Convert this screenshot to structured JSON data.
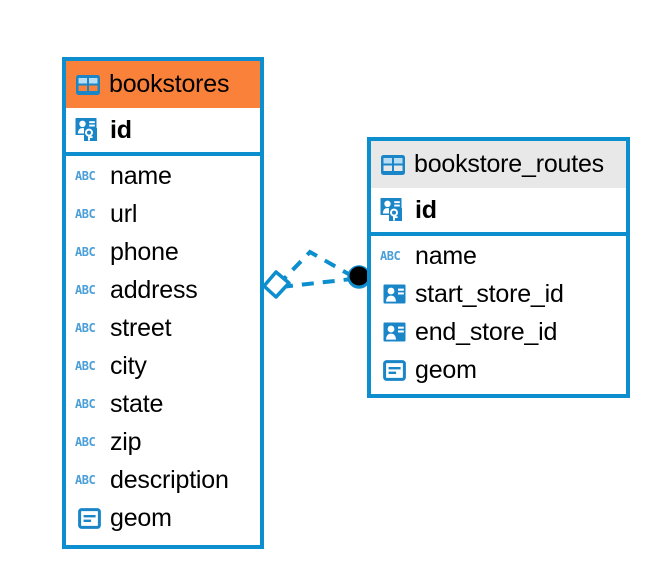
{
  "diagram": {
    "type": "entity-relationship-diagram",
    "background": "#ffffff",
    "accent_blue": "#0d8ecf",
    "accent_orange": "#f9813a",
    "header_gray": "#e8e8e8"
  },
  "entities": [
    {
      "name": "bookstores",
      "header_color": "#f9813a",
      "table_icon": "table-icon",
      "primary_keys": [
        {
          "label": "id",
          "icon": "primary-key-icon"
        }
      ],
      "fields": [
        {
          "label": "name",
          "icon": "text-abc-icon",
          "icon_text": "ABC"
        },
        {
          "label": "url",
          "icon": "text-abc-icon",
          "icon_text": "ABC"
        },
        {
          "label": "phone",
          "icon": "text-abc-icon",
          "icon_text": "ABC"
        },
        {
          "label": "address",
          "icon": "text-abc-icon",
          "icon_text": "ABC"
        },
        {
          "label": "street",
          "icon": "text-abc-icon",
          "icon_text": "ABC"
        },
        {
          "label": "city",
          "icon": "text-abc-icon",
          "icon_text": "ABC"
        },
        {
          "label": "state",
          "icon": "text-abc-icon",
          "icon_text": "ABC"
        },
        {
          "label": "zip",
          "icon": "text-abc-icon",
          "icon_text": "ABC"
        },
        {
          "label": "description",
          "icon": "text-abc-icon",
          "icon_text": "ABC"
        },
        {
          "label": "geom",
          "icon": "geometry-icon",
          "icon_text": ""
        }
      ]
    },
    {
      "name": "bookstore_routes",
      "header_color": "#e8e8e8",
      "table_icon": "table-icon",
      "primary_keys": [
        {
          "label": "id",
          "icon": "primary-key-icon"
        }
      ],
      "fields": [
        {
          "label": "name",
          "icon": "text-abc-icon",
          "icon_text": "ABC"
        },
        {
          "label": "start_store_id",
          "icon": "foreign-key-icon",
          "icon_text": ""
        },
        {
          "label": "end_store_id",
          "icon": "foreign-key-icon",
          "icon_text": ""
        },
        {
          "label": "geom",
          "icon": "geometry-icon",
          "icon_text": ""
        }
      ]
    }
  ],
  "relationship": {
    "line_style": "dashed",
    "line_color": "#0d8ecf",
    "source_marker": "diamond-marker",
    "target_marker": "filled-circle-marker",
    "target_marker_color": "#000000"
  }
}
